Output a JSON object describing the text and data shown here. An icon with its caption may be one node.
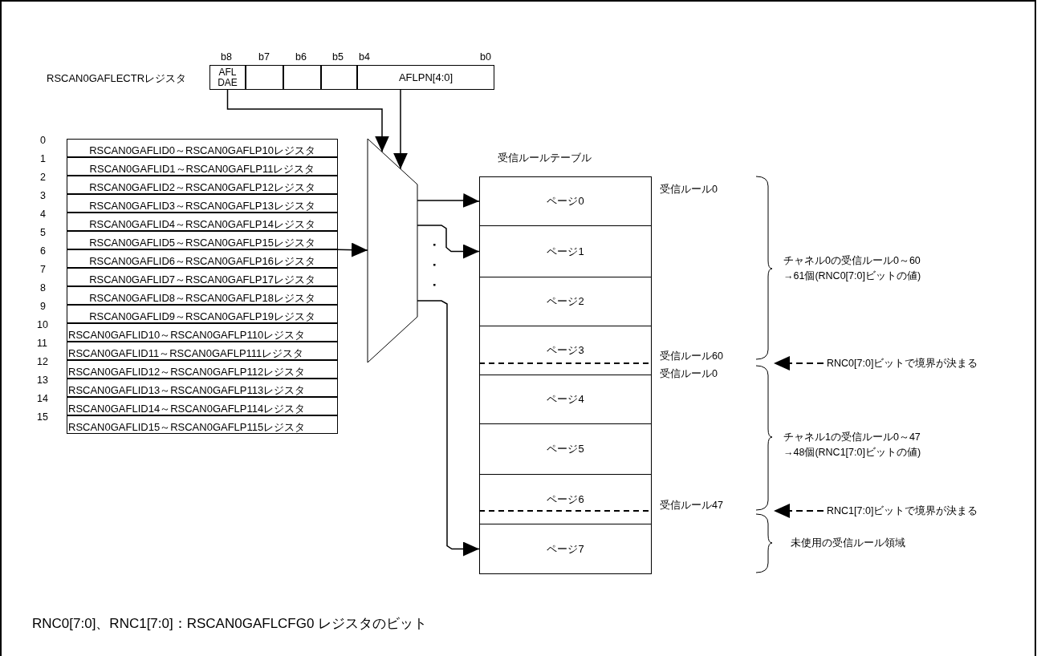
{
  "diagram": {
    "caption": "RNC0[7:0]、RNC1[7:0]：RSCAN0GAFLCFG0 レジスタのビット",
    "nodes": [
      {
        "text": [
          "AFL DAE"
        ]
      },
      {
        "text": [],
        "shape": "box"
      },
      {
        "text": [],
        "shape": "box"
      },
      {
        "text": [],
        "shape": "box"
      },
      {
        "text": [
          "AFLPN[4:0]"
        ]
      },
      {
        "text": [
          "RSCAN0GAFLID0～RSCAN0GAFLP10レジスタ"
        ],
        "beside": [
          "0"
        ]
      },
      {
        "text": [
          "RSCAN0GAFLID1～RSCAN0GAFLP11レジスタ"
        ],
        "beside": [
          "1"
        ]
      },
      {
        "text": [
          "RSCAN0GAFLID2～RSCAN0GAFLP12レジスタ"
        ],
        "beside": [
          "2"
        ]
      },
      {
        "text": [
          "RSCAN0GAFLID3～RSCAN0GAFLP13レジスタ"
        ],
        "beside": [
          "3"
        ]
      },
      {
        "text": [
          "RSCAN0GAFLID4～RSCAN0GAFLP14レジスタ"
        ],
        "beside": [
          "4"
        ]
      },
      {
        "text": [
          "RSCAN0GAFLID5～RSCAN0GAFLP15レジスタ"
        ],
        "beside": [
          "5"
        ]
      },
      {
        "text": [
          "RSCAN0GAFLID6～RSCAN0GAFLP16レジスタ"
        ],
        "beside": [
          "6"
        ]
      },
      {
        "text": [
          "RSCAN0GAFLID7～RSCAN0GAFLP17レジスタ"
        ],
        "beside": [
          "7"
        ]
      },
      {
        "text": [
          "RSCAN0GAFLID8～RSCAN0GAFLP18レジスタ"
        ],
        "beside": [
          "8"
        ]
      },
      {
        "text": [
          "RSCAN0GAFLID9～RSCAN0GAFLP19レジスタ"
        ],
        "beside": [
          "9"
        ]
      },
      {
        "text": [
          "RSCAN0GAFLID10～RSCAN0GAFLP110レジスタ"
        ],
        "beside": [
          "10"
        ]
      },
      {
        "text": [
          "RSCAN0GAFLID11～RSCAN0GAFLP111レジスタ"
        ],
        "beside": [
          "11"
        ]
      },
      {
        "text": [
          "RSCAN0GAFLID12～RSCAN0GAFLP112レジスタ"
        ],
        "beside": [
          "12"
        ]
      },
      {
        "text": [
          "RSCAN0GAFLID13～RSCAN0GAFLP113レジスタ"
        ],
        "beside": [
          "13"
        ]
      },
      {
        "text": [
          "RSCAN0GAFLID14～RSCAN0GAFLP114レジスタ"
        ],
        "beside": [
          "14"
        ]
      },
      {
        "text": [
          "RSCAN0GAFLID15～RSCAN0GAFLP115レジスタ"
        ],
        "beside": [
          "15"
        ]
      },
      {
        "text": [],
        "shape": "trapezoid"
      },
      {
        "text": [
          "受信ルールテーブル"
        ]
      },
      {
        "text": [
          "ページ0"
        ],
        "in": 22
      },
      {
        "text": [
          "ページ1"
        ],
        "in": 22
      },
      {
        "text": [
          "ページ2"
        ],
        "in": 22
      },
      {
        "text": [
          "ページ3"
        ],
        "in": 22
      },
      {
        "text": [
          "ページ4"
        ],
        "in": 22
      },
      {
        "text": [
          "ページ5"
        ],
        "in": 22
      },
      {
        "text": [
          "ページ6"
        ],
        "in": 22
      },
      {
        "text": [
          "ページ7"
        ],
        "in": 22
      },
      {
        "text": [
          "RNC0[7:0]ビットで境界が決まる"
        ]
      },
      {
        "text": [
          "RNC1[7:0]ビットで境界が決まる"
        ]
      },
      {
        "text": [],
        "shape": "brace"
      },
      {
        "text": [],
        "shape": "brace"
      },
      {
        "text": [],
        "shape": "brace"
      }
    ],
    "edges": [
      {
        "from": 0,
        "to": 21,
        "arrow": "to"
      },
      {
        "from": 4,
        "to": 21,
        "arrow": "to"
      },
      {
        "from": 10,
        "to": 21,
        "arrow": "to"
      },
      {
        "from": 21,
        "to": 23,
        "arrow": "to"
      },
      {
        "from": 21,
        "to": 24,
        "arrow": "to"
      },
      {
        "from": 21,
        "to": 30,
        "arrow": "to"
      },
      {
        "from": 31,
        "to": 33,
        "arrow": "to",
        "style": "dashed"
      },
      {
        "from": 32,
        "to": 34,
        "arrow": "to",
        "style": "dashed"
      }
    ],
    "labels": [
      "RSCAN0GAFLECTRレジスタ",
      "b8",
      "b7",
      "b6",
      "b5",
      "b4",
      "b0",
      "受信ルール0",
      "受信ルール60",
      "受信ルール0",
      "チャネル0の受信ルール0～60 →61個(RNC0[7:0]ビットの値)",
      "チャネル1の受信ルール0～47 →48個(RNC1[7:0]ビットの値)",
      "受信ルール47",
      "未使用の受信ルール領域"
    ]
  }
}
